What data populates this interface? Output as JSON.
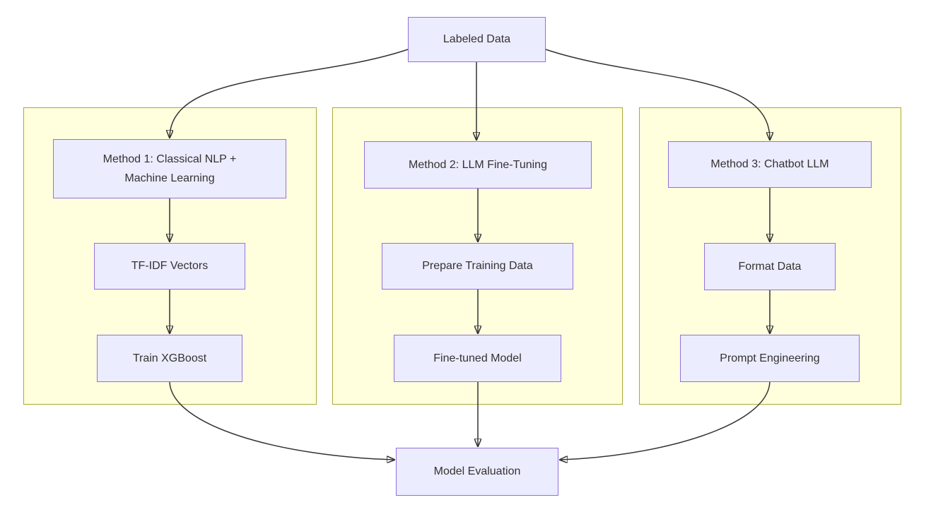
{
  "diagram": {
    "type": "flowchart",
    "direction": "top-down",
    "colors": {
      "background": "#FFFFFF",
      "node_fill": "#ECECFF",
      "node_border": "#9370DB",
      "cluster_fill": "#FFFFDE",
      "cluster_border": "#AAAA33",
      "edge_stroke": "#333333",
      "text": "#333333"
    },
    "nodes": {
      "labeled_data": {
        "lines": [
          "Labeled Data"
        ]
      },
      "method1": {
        "lines": [
          "Method 1: Classical NLP +",
          "Machine Learning"
        ]
      },
      "tfidf": {
        "lines": [
          "TF-IDF Vectors"
        ]
      },
      "xgboost": {
        "lines": [
          "Train XGBoost"
        ]
      },
      "method2": {
        "lines": [
          "Method 2: LLM Fine-Tuning"
        ]
      },
      "prepare": {
        "lines": [
          "Prepare Training Data"
        ]
      },
      "finetuned": {
        "lines": [
          "Fine-tuned Model"
        ]
      },
      "method3": {
        "lines": [
          "Method 3: Chatbot LLM"
        ]
      },
      "format": {
        "lines": [
          "Format Data"
        ]
      },
      "prompt": {
        "lines": [
          "Prompt Engineering"
        ]
      },
      "model_eval": {
        "lines": [
          "Model Evaluation"
        ]
      }
    },
    "clusters": [
      {
        "id": "cluster1",
        "contains": [
          "method1",
          "tfidf",
          "xgboost"
        ]
      },
      {
        "id": "cluster2",
        "contains": [
          "method2",
          "prepare",
          "finetuned"
        ]
      },
      {
        "id": "cluster3",
        "contains": [
          "method3",
          "format",
          "prompt"
        ]
      }
    ],
    "edges": [
      {
        "from": "labeled_data",
        "to": "method1"
      },
      {
        "from": "labeled_data",
        "to": "method2"
      },
      {
        "from": "labeled_data",
        "to": "method3"
      },
      {
        "from": "method1",
        "to": "tfidf"
      },
      {
        "from": "tfidf",
        "to": "xgboost"
      },
      {
        "from": "method2",
        "to": "prepare"
      },
      {
        "from": "prepare",
        "to": "finetuned"
      },
      {
        "from": "method3",
        "to": "format"
      },
      {
        "from": "format",
        "to": "prompt"
      },
      {
        "from": "xgboost",
        "to": "model_eval"
      },
      {
        "from": "finetuned",
        "to": "model_eval"
      },
      {
        "from": "prompt",
        "to": "model_eval"
      }
    ]
  }
}
